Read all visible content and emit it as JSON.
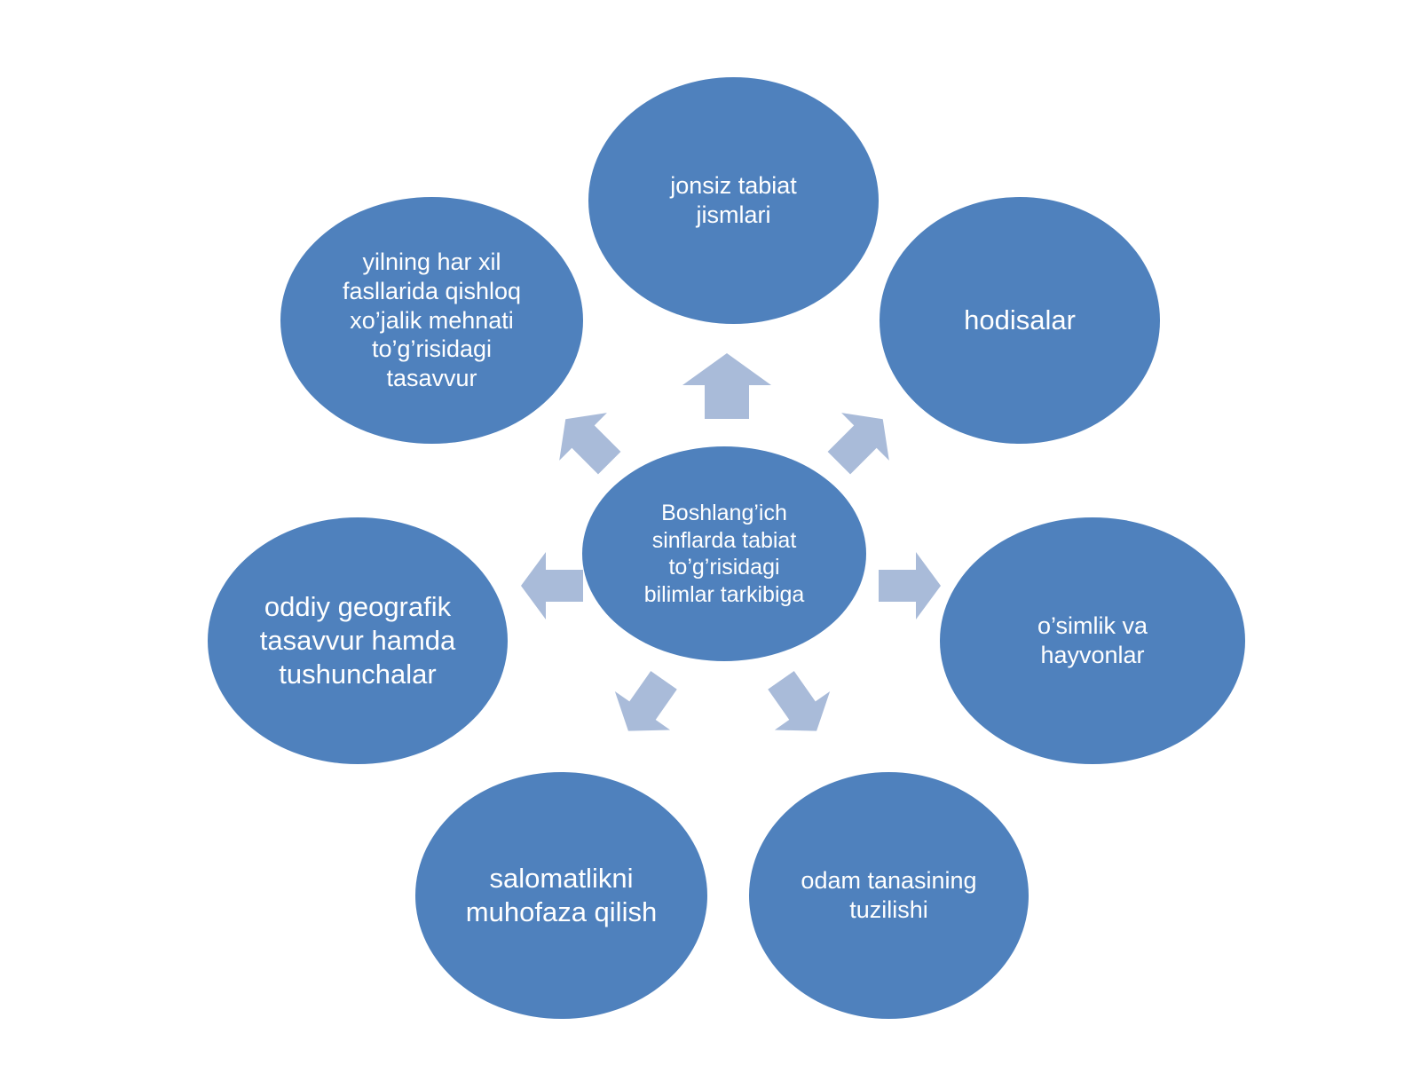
{
  "diagram": {
    "center": {
      "label": "Boshlang’ich\nsinflarda tabiat\nto’g’risidagi\nbilimlar tarkibiga"
    },
    "nodes": [
      {
        "id": "top",
        "label": "jonsiz tabiat\njismlari"
      },
      {
        "id": "upper-right",
        "label": "hodisalar"
      },
      {
        "id": "right",
        "label": "o’simlik va\nhayvonlar"
      },
      {
        "id": "lower-right",
        "label": "odam tanasining\ntuzilishi"
      },
      {
        "id": "lower-left",
        "label": "salomatlikni\nmuhofaza qilish"
      },
      {
        "id": "left",
        "label": "oddiy geografik\ntasavvur hamda\ntushunchalar"
      },
      {
        "id": "upper-left",
        "label": "yilning har xil\nfasllarida qishloq\nxo’jalik mehnati\nto’g’risidagi\ntasavvur"
      }
    ]
  },
  "colors": {
    "node_fill": "#4f81bd",
    "arrow_fill": "#a9bbd9",
    "text": "#ffffff"
  }
}
